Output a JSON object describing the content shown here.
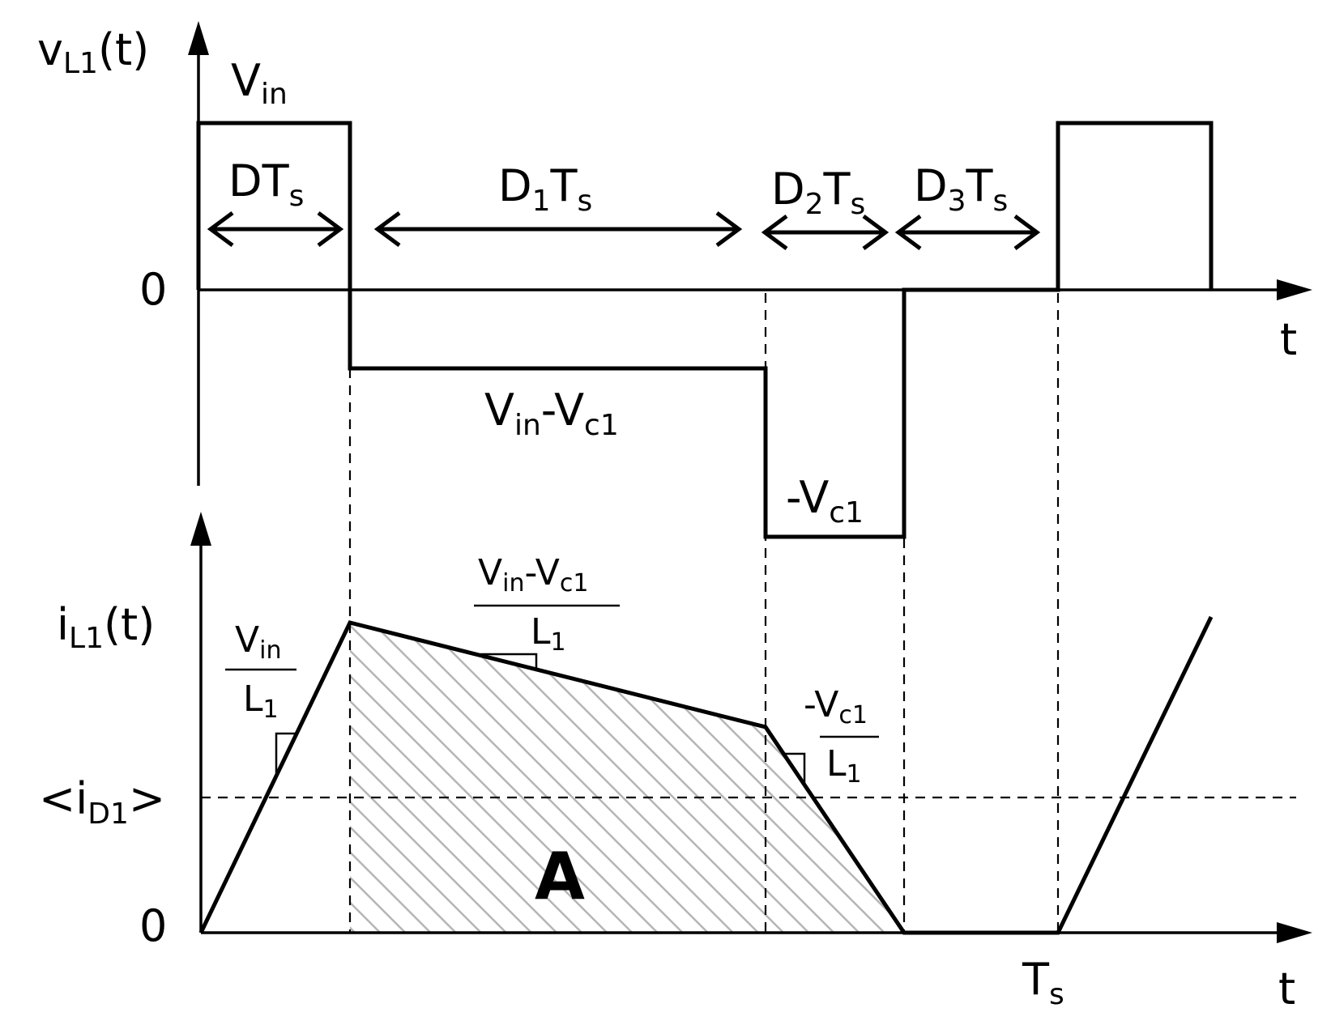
{
  "top_plot": {
    "y_axis_label": "v",
    "y_axis_label_sub": "L1",
    "y_axis_label_suffix": "(t)",
    "x_axis_label": "t",
    "zero_label": "0",
    "level_high": {
      "main": "V",
      "sub": "in"
    },
    "level_mid": {
      "main": "V",
      "sub": "in",
      "mid": "-V",
      "sub2": "c1"
    },
    "level_low": {
      "main": "-V",
      "sub": "c1"
    },
    "intervals": [
      {
        "main": "DT",
        "sub": "s"
      },
      {
        "main": "D",
        "sub": "1",
        "main2": "T",
        "sub2": "s"
      },
      {
        "main": "D",
        "sub": "2",
        "main2": "T",
        "sub2": "s"
      },
      {
        "main": "D",
        "sub": "3",
        "main2": "T",
        "sub2": "s"
      }
    ]
  },
  "bottom_plot": {
    "y_axis_label": "i",
    "y_axis_label_sub": "L1",
    "y_axis_label_suffix": "(t)",
    "x_axis_label": "t",
    "zero_label": "0",
    "avg_label": {
      "open": "<i",
      "sub": "D1",
      "close": ">"
    },
    "period_label": {
      "main": "T",
      "sub": "s"
    },
    "area_label": "A",
    "slope_rise": {
      "num_main": "V",
      "num_sub": "in",
      "den_main": "L",
      "den_sub": "1"
    },
    "slope_fall1": {
      "num_main": "V",
      "num_sub": "in",
      "num_mid": "-V",
      "num_sub2": "c1",
      "den_main": "L",
      "den_sub": "1"
    },
    "slope_fall2": {
      "num_main": "-V",
      "num_sub": "c1",
      "den_main": "L",
      "den_sub": "1"
    }
  }
}
